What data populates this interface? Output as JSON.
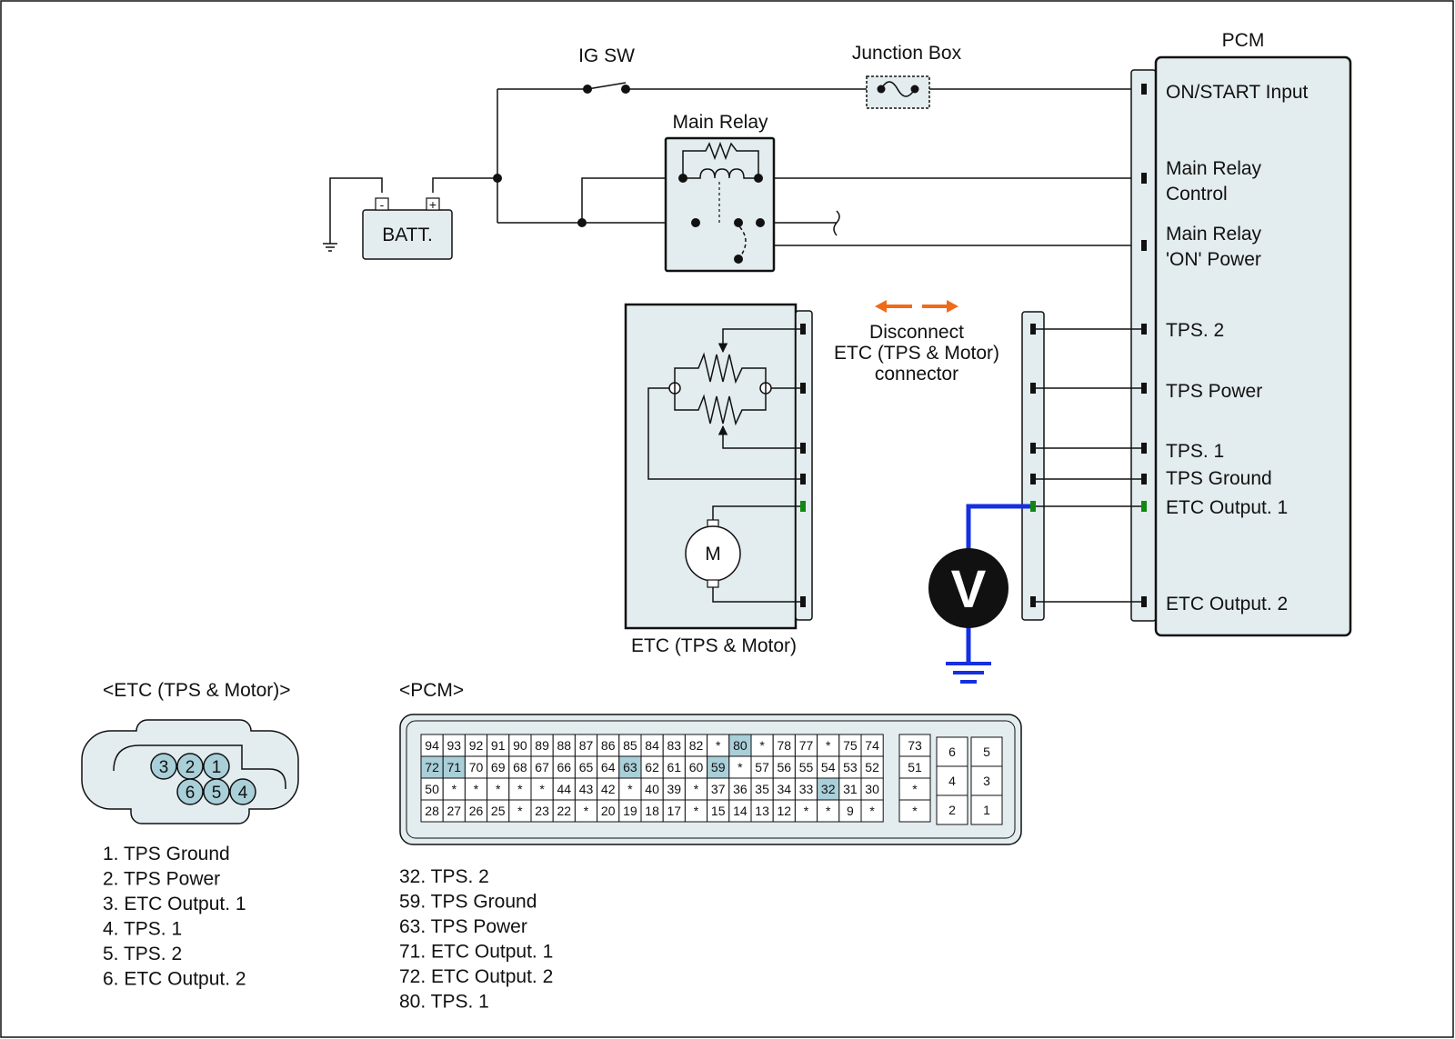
{
  "colors": {
    "module_fill": "#e3ecee",
    "pin_highlight": "#a9cfd9",
    "highlight_text": "#118811",
    "meter_wire": "#1530e0",
    "disconnect_arrows": "#f06a1a"
  },
  "labels": {
    "ig_sw": "IG SW",
    "junction_box": "Junction Box",
    "main_relay": "Main Relay",
    "batt": "BATT.",
    "pcm_title": "PCM",
    "etc_title": "ETC (TPS & Motor)",
    "disconnect": [
      "Disconnect",
      "ETC (TPS & Motor)",
      "connector"
    ],
    "motor": "M",
    "voltmeter": "V",
    "batt_minus": "-",
    "batt_plus": "+"
  },
  "pcm_terminals": [
    {
      "lines": [
        "ON/START Input"
      ],
      "highlight": false
    },
    {
      "lines": [
        "Main Relay",
        "Control"
      ],
      "highlight": false
    },
    {
      "lines": [
        "Main Relay",
        "'ON' Power"
      ],
      "highlight": false
    },
    {
      "lines": [
        "TPS. 2"
      ],
      "highlight": false
    },
    {
      "lines": [
        "TPS Power"
      ],
      "highlight": false
    },
    {
      "lines": [
        "TPS. 1"
      ],
      "highlight": false
    },
    {
      "lines": [
        "TPS Ground"
      ],
      "highlight": false
    },
    {
      "lines": [
        "ETC Output. 1"
      ],
      "highlight": true
    },
    {
      "lines": [
        "ETC Output. 2"
      ],
      "highlight": false
    }
  ],
  "etc_connector": {
    "title": "<ETC (TPS & Motor)>",
    "pins_top": [
      "3",
      "2",
      "1"
    ],
    "pins_bottom": [
      "6",
      "5",
      "4"
    ],
    "legend": [
      {
        "text": "1. TPS Ground",
        "highlight": false
      },
      {
        "text": "2. TPS Power",
        "highlight": false
      },
      {
        "text": "3. ETC Output. 1",
        "highlight": true
      },
      {
        "text": "4. TPS. 1",
        "highlight": false
      },
      {
        "text": "5. TPS. 2",
        "highlight": false
      },
      {
        "text": "6. ETC Output. 2",
        "highlight": false
      }
    ]
  },
  "pcm_connector": {
    "title": "<PCM>",
    "rows": [
      [
        "94",
        "93",
        "92",
        "91",
        "90",
        "89",
        "88",
        "87",
        "86",
        "85",
        "84",
        "83",
        "82",
        "*",
        "80",
        "*",
        "78",
        "77",
        "*",
        "75",
        "74"
      ],
      [
        "72",
        "71",
        "70",
        "69",
        "68",
        "67",
        "66",
        "65",
        "64",
        "63",
        "62",
        "61",
        "60",
        "59",
        "*",
        "57",
        "56",
        "55",
        "54",
        "53",
        "52"
      ],
      [
        "50",
        "*",
        "*",
        "*",
        "*",
        "*",
        "44",
        "43",
        "42",
        "*",
        "40",
        "39",
        "*",
        "37",
        "36",
        "35",
        "34",
        "33",
        "32",
        "31",
        "30"
      ],
      [
        "28",
        "27",
        "26",
        "25",
        "*",
        "23",
        "22",
        "*",
        "20",
        "19",
        "18",
        "17",
        "*",
        "15",
        "14",
        "13",
        "12",
        "*",
        "*",
        "9",
        "*"
      ]
    ],
    "side_col": [
      "73",
      "51",
      "*",
      "*"
    ],
    "block_a": [
      "6",
      "4",
      "2"
    ],
    "block_b": [
      "5",
      "3",
      "1"
    ],
    "highlighted": [
      "80",
      "72",
      "71",
      "63",
      "59",
      "32"
    ],
    "legend": [
      {
        "text": "32. TPS. 2",
        "highlight": false
      },
      {
        "text": "59. TPS Ground",
        "highlight": false
      },
      {
        "text": "63. TPS Power",
        "highlight": false
      },
      {
        "text": "71. ETC Output. 1",
        "highlight": true
      },
      {
        "text": "72. ETC Output. 2",
        "highlight": false
      },
      {
        "text": "80. TPS. 1",
        "highlight": false
      }
    ]
  }
}
